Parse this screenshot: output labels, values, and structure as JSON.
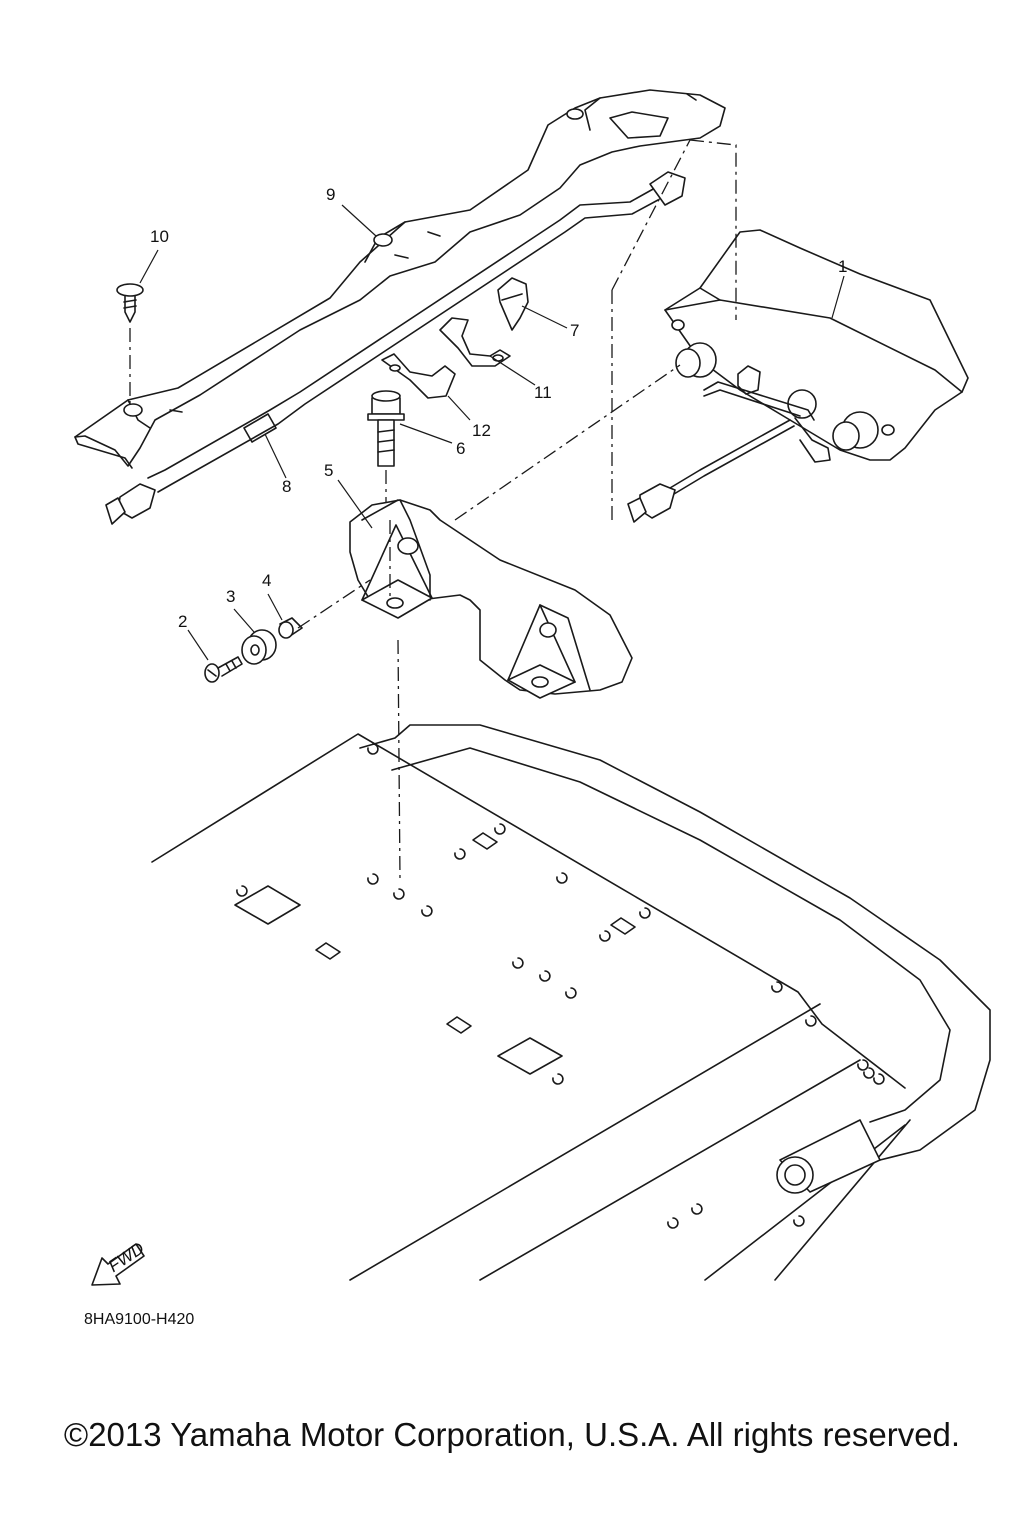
{
  "diagram": {
    "callouts": [
      "1",
      "2",
      "3",
      "4",
      "5",
      "6",
      "7",
      "8",
      "9",
      "10",
      "11",
      "12"
    ],
    "fwd_label": "FWD",
    "diagram_code": "8HA9100-H420",
    "copyright": "©2013 Yamaha Motor Corporation, U.S.A. All rights reserved."
  }
}
